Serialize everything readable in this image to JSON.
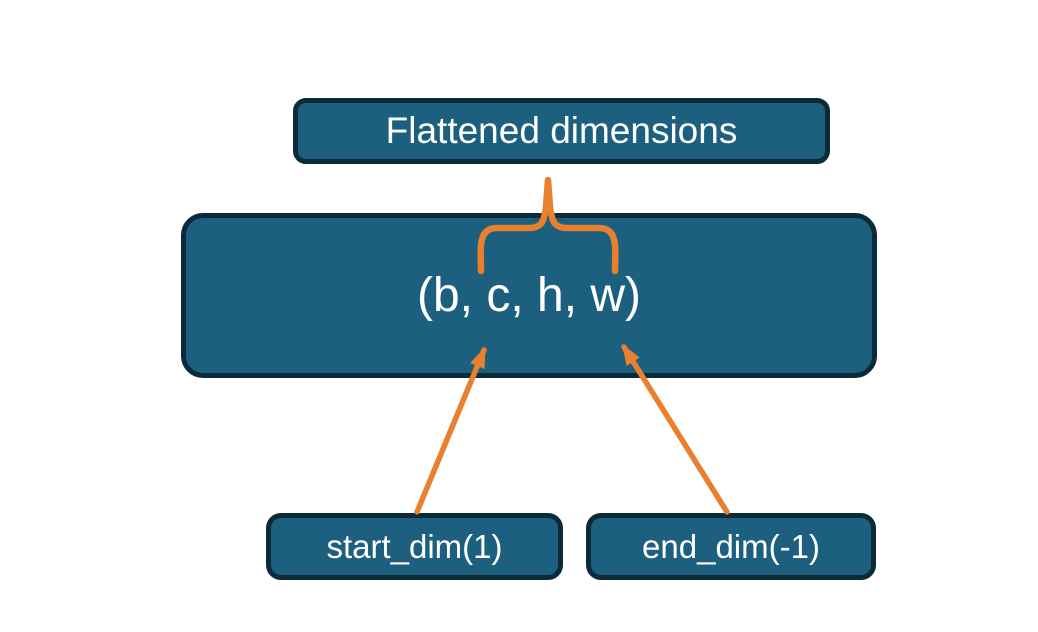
{
  "nodes": {
    "flattened_label": "Flattened dimensions",
    "tensor_label": "(b, c, h, w)",
    "start_dim_label": "start_dim(1)",
    "end_dim_label": "end_dim(-1)"
  },
  "colors": {
    "box_fill": "#1d5f7e",
    "box_border": "#0c2b38",
    "accent": "#e8802f",
    "text": "#ffffff",
    "background": "#ffffff"
  }
}
